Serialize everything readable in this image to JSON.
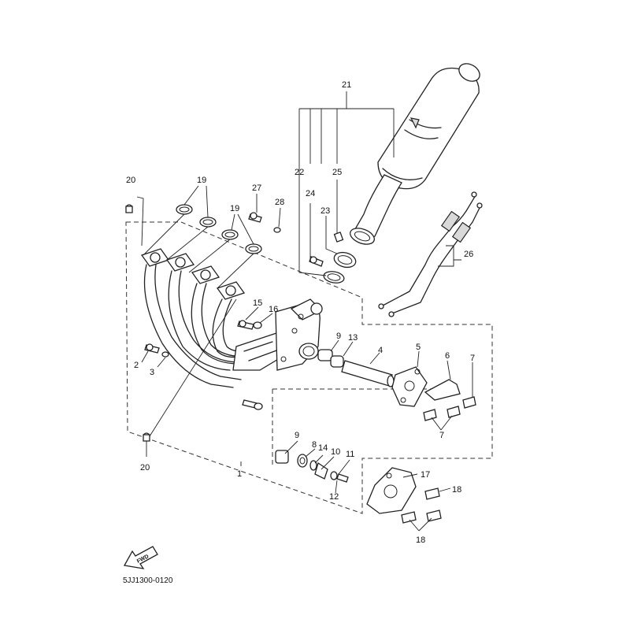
{
  "diagram_code": "5JJ1300-0120",
  "direction_label": "FWD",
  "callouts": [
    {
      "id": "c1",
      "text": "1"
    },
    {
      "id": "c2",
      "text": "2"
    },
    {
      "id": "c3",
      "text": "3"
    },
    {
      "id": "c4",
      "text": "4"
    },
    {
      "id": "c5",
      "text": "5"
    },
    {
      "id": "c6",
      "text": "6"
    },
    {
      "id": "c7a",
      "text": "7"
    },
    {
      "id": "c7b",
      "text": "7"
    },
    {
      "id": "c8",
      "text": "8"
    },
    {
      "id": "c9a",
      "text": "9"
    },
    {
      "id": "c9b",
      "text": "9"
    },
    {
      "id": "c10",
      "text": "10"
    },
    {
      "id": "c11",
      "text": "11"
    },
    {
      "id": "c12",
      "text": "12"
    },
    {
      "id": "c13",
      "text": "13"
    },
    {
      "id": "c14",
      "text": "14"
    },
    {
      "id": "c15",
      "text": "15"
    },
    {
      "id": "c16",
      "text": "16"
    },
    {
      "id": "c17",
      "text": "17"
    },
    {
      "id": "c18a",
      "text": "18"
    },
    {
      "id": "c18b",
      "text": "18"
    },
    {
      "id": "c19a",
      "text": "19"
    },
    {
      "id": "c19b",
      "text": "19"
    },
    {
      "id": "c20a",
      "text": "20"
    },
    {
      "id": "c20b",
      "text": "20"
    },
    {
      "id": "c21",
      "text": "21"
    },
    {
      "id": "c22",
      "text": "22"
    },
    {
      "id": "c23",
      "text": "23"
    },
    {
      "id": "c24",
      "text": "24"
    },
    {
      "id": "c25",
      "text": "25"
    },
    {
      "id": "c26",
      "text": "26"
    },
    {
      "id": "c27",
      "text": "27"
    },
    {
      "id": "c28",
      "text": "28"
    }
  ]
}
